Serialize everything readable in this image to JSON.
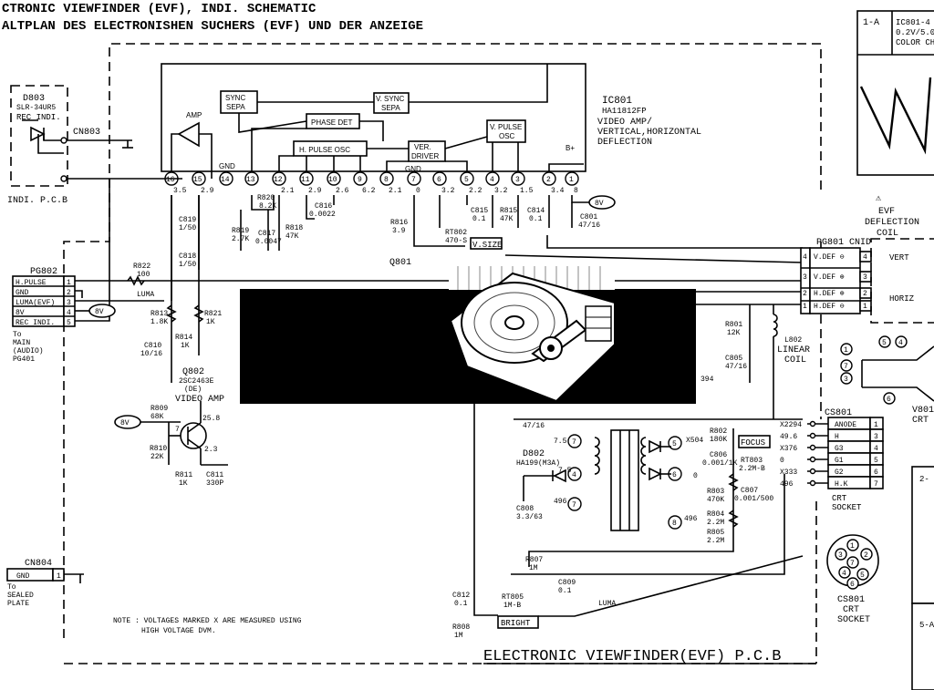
{
  "header": {
    "title_en": "CTRONIC VIEWFINDER (EVF), INDI. SCHEMATIC",
    "title_de": "ALTPLAN DES ELECTRONISHEN SUCHERS (EVF) UND DER ANZEIGE"
  },
  "waveform_box": {
    "label": "1-A",
    "ic": "IC801-4",
    "volts": "0.2V/5.0",
    "mode": "COLOR CH"
  },
  "ic801": {
    "name": "IC801",
    "part": "HA11812FP",
    "desc1": "VIDEO AMP/",
    "desc2": "VERTICAL,HORIZONTAL",
    "desc3": "DEFLECTION",
    "blocks": {
      "sync_sepa_1": "SYNC",
      "sync_sepa_2": "SEPA",
      "vsync_1": "V. SYNC",
      "vsync_2": "SEPA",
      "phase_det": "PHASE DET",
      "hpulse_osc": "H. PULSE OSC",
      "ver_driver_1": "VER.",
      "ver_driver_2": "DRIVER",
      "vpulse_osc_1": "V. PULSE",
      "vpulse_osc_2": "OSC",
      "amp": "AMP",
      "gnd": "GND",
      "gnd2": "GND",
      "bplus": "B+"
    },
    "pins": [
      "16",
      "15",
      "14",
      "13",
      "12",
      "11",
      "10",
      "9",
      "8",
      "7",
      "6",
      "5",
      "4",
      "3",
      "2",
      "1"
    ],
    "pin_volts": [
      "3.5",
      "2.9",
      "",
      "",
      "2.1",
      "2.9",
      "2.6",
      "6.2",
      "2.1",
      "0",
      "3.2",
      "2.2",
      "3.2",
      "1.5",
      "3.4",
      "8"
    ]
  },
  "indicator": {
    "diode": "D803",
    "part": "SLR-34UR5",
    "label": "REC INDI.",
    "connector": "CN803",
    "pcb": "INDI. P.C.B"
  },
  "pg802": {
    "name": "PG802",
    "pins": [
      {
        "num": "1",
        "label": "H.PULSE"
      },
      {
        "num": "2",
        "label": "GND"
      },
      {
        "num": "3",
        "label": "LUMA(EVF)"
      },
      {
        "num": "4",
        "label": "8V"
      },
      {
        "num": "5",
        "label": "REC INDI."
      }
    ],
    "to1": "To",
    "to2": "MAIN",
    "to3": "(AUDIO)",
    "to4": "PG401"
  },
  "cn804": {
    "name": "CN804",
    "pin_label": "GND",
    "pin_num": "1",
    "to1": "To",
    "to2": "SEALED",
    "to3": "PLATE"
  },
  "parts": {
    "r822": "R822",
    "r822v": "100",
    "luma": "LUMA",
    "r813": "R813",
    "r813v": "1.8K",
    "r821": "R821",
    "r821v": "1K",
    "r814": "R814",
    "r814v": "1K",
    "c810": "C810",
    "c810v": "10/16",
    "q802": "Q802",
    "q802p": "2SC2463E",
    "q802d": "(DE)",
    "q802f": "VIDEO AMP",
    "r809": "R809",
    "r809v": "68K",
    "r810": "R810",
    "r810v": "22K",
    "r811": "R811",
    "r811v": "1K",
    "c811": "C811",
    "c811v": "330P",
    "q_v1": "25.8",
    "q_v2": "2.3",
    "q_v3": "7",
    "c819": "C819",
    "c819v": "1/50",
    "c818": "C818",
    "c818v": "1/50",
    "r820": "R820",
    "r820v": "8.2K",
    "r819": "R819",
    "r819v": "2.7K",
    "c817": "C817",
    "c817v": "0.0047",
    "r818": "R818",
    "r818v": "47K",
    "c816": "C816",
    "c816v": "0.0022",
    "r816": "R816",
    "r816v": "3.9",
    "rt802": "RT802",
    "rt802v": "470-S",
    "vsize": "V.SIZE",
    "c815": "C815",
    "c815v": "0.1",
    "r815": "R815",
    "r815v": "47K",
    "c814": "C814",
    "c814v": "0.1",
    "c801": "C801",
    "c801v": "47/16",
    "q801": "Q801",
    "v8": "8V",
    "r801": "R801",
    "r801v": "12K",
    "c805": "C805",
    "c805v": "47/16",
    "l802": "L802",
    "l802_1": "LINEAR",
    "l802_2": "COIL",
    "n394": "394",
    "n4716": "47/16",
    "d802": "D802",
    "d802p": "HA199(M3A)",
    "c808": "C808",
    "c808v": "3.3/63",
    "r802": "R802",
    "r802v": "180K",
    "c806": "C806",
    "c806v": "0.001/1K",
    "focus": "FOCUS",
    "rt803": "RT803",
    "rt803v": "2.2M-B",
    "r803": "R803",
    "r803v": "470K",
    "c807": "C807",
    "c807v": "0.001/500",
    "r804": "R804",
    "r804v": "2.2M",
    "r805": "R805",
    "r805v": "2.2M",
    "r807": "R807",
    "r807v": "1M",
    "rt805": "RT805",
    "rt805v": "1M-B",
    "c809": "C809",
    "c809v": "0.1",
    "c812": "C812",
    "c812v": "0.1",
    "r808": "R808",
    "r808v": "1M",
    "bright": "BRIGHT",
    "luma2": "LUMA",
    "t_v75a": "7.5",
    "t_v75b": "7.5",
    "t_v496a": "496",
    "t_v496b": "496",
    "t_x504": "X504",
    "t_p5": "5",
    "t_p6": "6",
    "t_p0": "0",
    "t_p8": "8",
    "t_p4": "4",
    "t_p7": "7",
    "t_p1": "1",
    "t_p2": "2"
  },
  "cnid": {
    "name": "PG801 CNID",
    "pins": [
      {
        "num": "4",
        "label": "V.DEF ⊖",
        "coil": "4"
      },
      {
        "num": "3",
        "label": "V.DEF ⊕",
        "coil": "3"
      },
      {
        "num": "2",
        "label": "H.DEF ⊕",
        "coil": "2"
      },
      {
        "num": "1",
        "label": "H.DEF ⊖",
        "coil": "1"
      }
    ],
    "coil_title1": "EVF",
    "coil_title2": "DEFLECTION",
    "coil_title3": "COIL",
    "vert": "VERT",
    "horiz": "HORIZ",
    "warn": "⚠"
  },
  "cs801": {
    "name": "CS801",
    "rows": [
      {
        "label": "ANODE",
        "num": "1",
        "volt": "X2294"
      },
      {
        "label": "H",
        "num": "3",
        "volt": "49.6"
      },
      {
        "label": "G3",
        "num": "4",
        "volt": "X376"
      },
      {
        "label": "G1",
        "num": "5",
        "volt": "0"
      },
      {
        "label": "G2",
        "num": "6",
        "volt": "X333"
      },
      {
        "label": "H.K",
        "num": "7",
        "volt": "496"
      }
    ],
    "crt1": "CRT",
    "crt2": "SOCKET"
  },
  "crt": {
    "v801": "V801",
    "crt": "CRT",
    "pins": [
      "1",
      "7",
      "3",
      "5",
      "4",
      "6"
    ]
  },
  "socket2": {
    "name": "CS801",
    "l1": "CRT",
    "l2": "SOCKET",
    "pins": [
      "1",
      "2",
      "3",
      "4",
      "5",
      "6",
      "7"
    ]
  },
  "note": {
    "line1": "NOTE : VOLTAGES MARKED X ARE MEASURED USING",
    "line2": "HIGH VOLTAGE DVM."
  },
  "pcb_title": "ELECTRONIC VIEWFINDER(EVF) P.C.B",
  "edge_labels": [
    "2-",
    "5-A"
  ]
}
